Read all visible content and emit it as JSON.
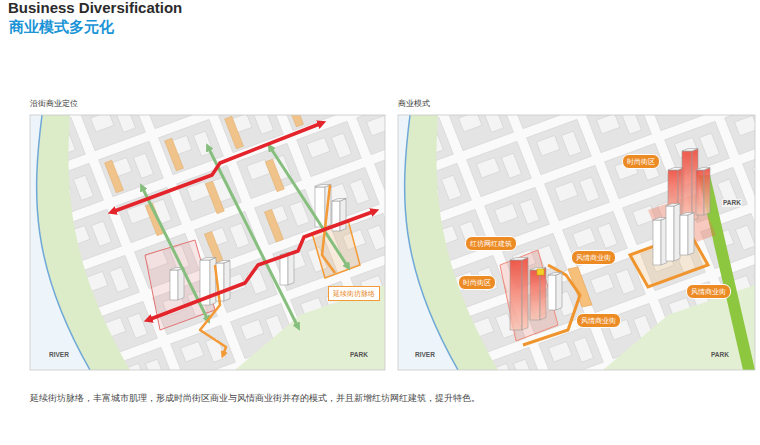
{
  "diagram": {
    "title": "Business Diversification",
    "caption": "延续街坊脉络，丰富城市肌理，形成时尚街区商业与风情商业街并存的模式，并且新增红坊网红建筑，提升特色。",
    "nodes": [
      {
        "text": [
          "沿街商业定位"
        ]
      },
      {
        "text": [
          "延续街坊脉络"
        ],
        "in": 0
      },
      {
        "text": [
          "商业模式"
        ]
      },
      {
        "text": [
          "时尚街区"
        ],
        "in": 2
      },
      {
        "text": [
          "红坊网红建筑"
        ],
        "in": 2
      },
      {
        "text": [
          "风情商业街"
        ],
        "in": 2
      },
      {
        "text": [
          "时尚街区"
        ],
        "in": 2
      },
      {
        "text": [
          "风情商业街"
        ],
        "in": 2
      },
      {
        "text": [
          "风情商业街"
        ],
        "in": 2
      }
    ],
    "labels": [
      "商业模式多元化",
      "RIVER",
      "PARK",
      "PARK",
      "RIVER",
      "PARK"
    ]
  }
}
